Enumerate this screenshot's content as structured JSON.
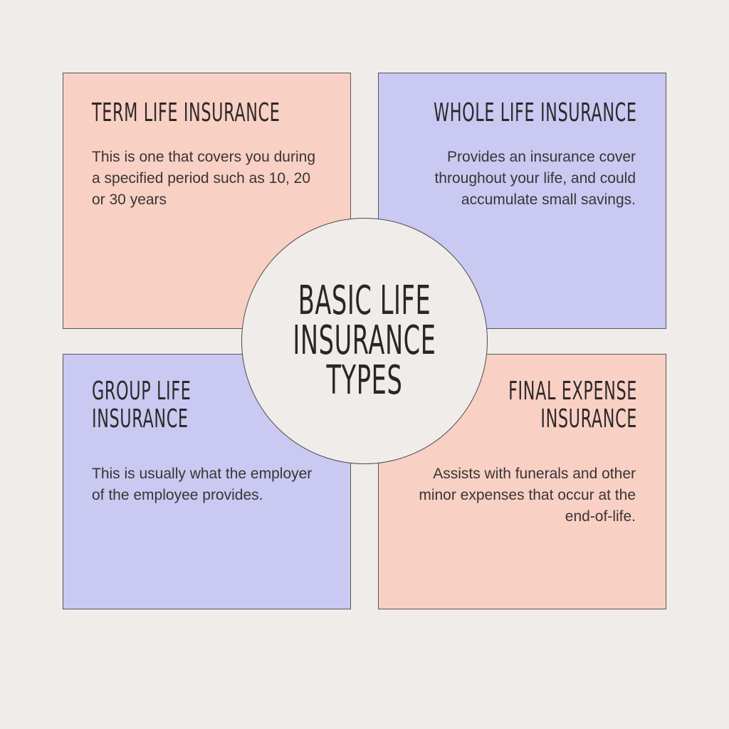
{
  "title": "BASIC LIFE INSURANCE TYPES",
  "colors": {
    "background": "#f0ecea",
    "pink": "#f9d0c4",
    "lavender": "#c9c9f2",
    "text": "#2d2829"
  },
  "cards": [
    {
      "title": "TERM LIFE INSURANCE",
      "description": "This is one that covers you during a specified period such as 10, 20 or 30 years"
    },
    {
      "title": "WHOLE LIFE INSURANCE",
      "description": "Provides an insurance cover throughout your life, and could accumulate small savings."
    },
    {
      "title": "GROUP LIFE INSURANCE",
      "description": "This is usually what the employer of the employee provides."
    },
    {
      "title": "FINAL EXPENSE INSURANCE",
      "description": "Assists with funerals and other minor expenses that occur at the end-of-life."
    }
  ]
}
